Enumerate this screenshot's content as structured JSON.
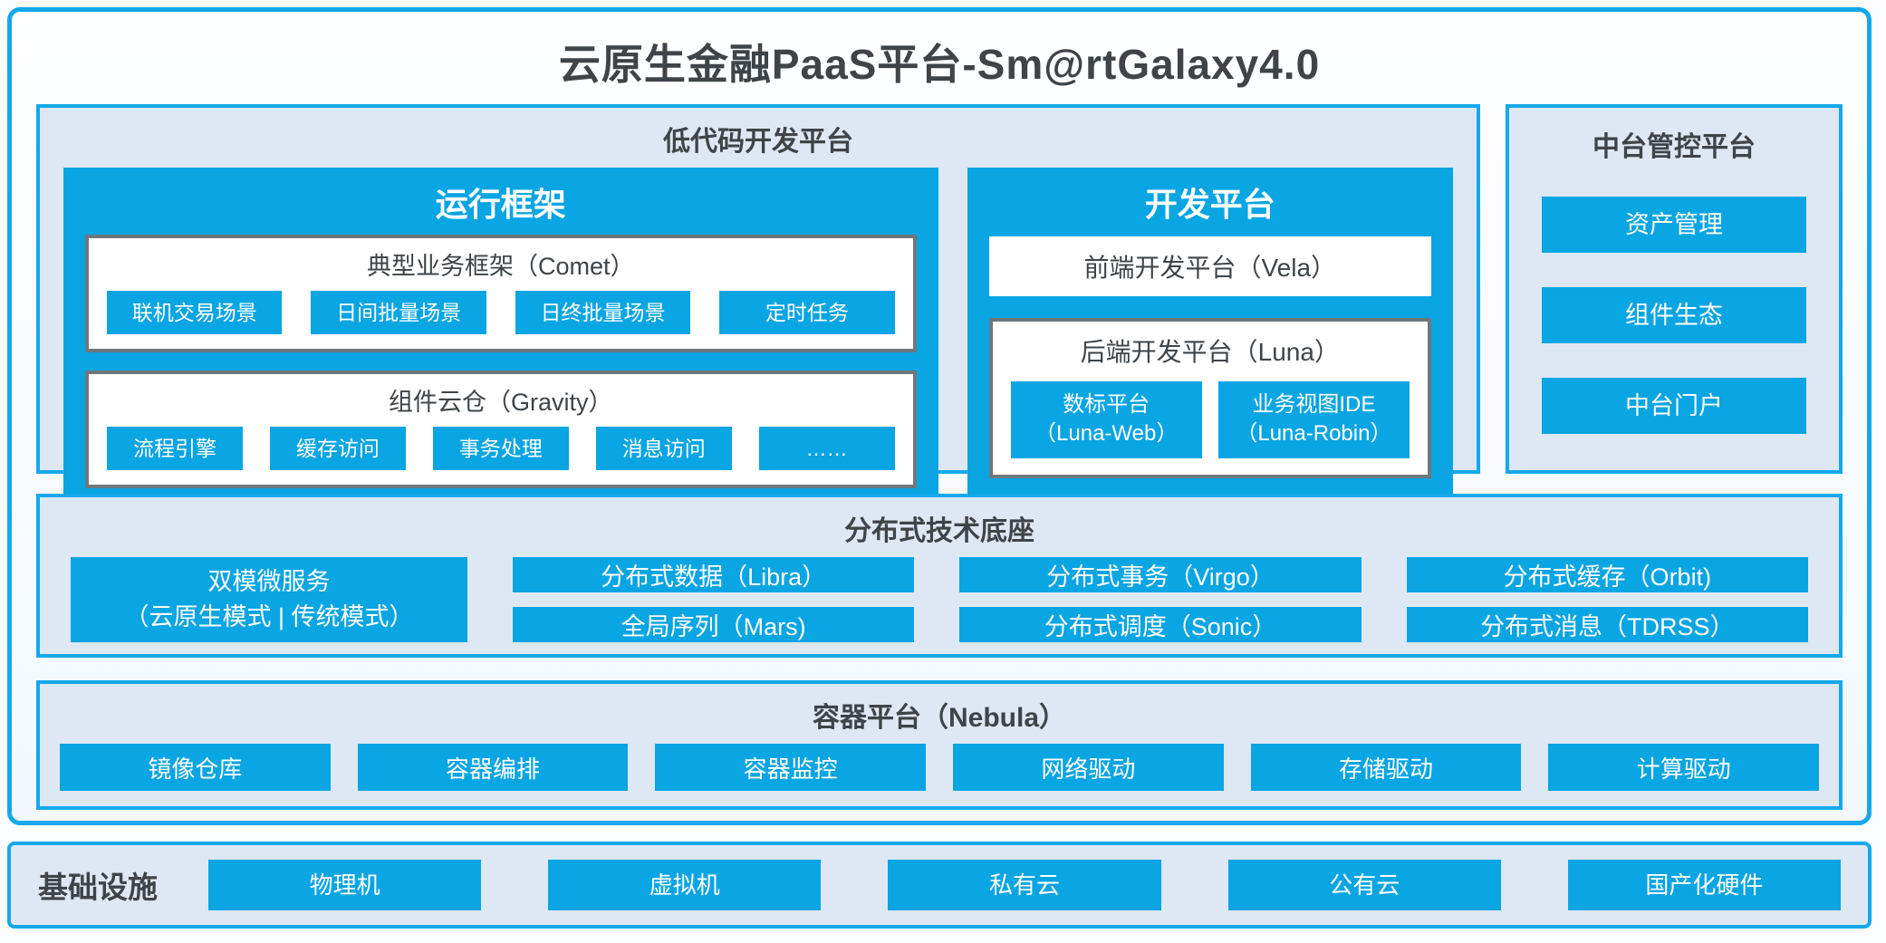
{
  "title": "云原生金融PaaS平台-Sm@rtGalaxy4.0",
  "colors": {
    "primary_blue": "#0aa5e3",
    "border_blue": "#15a8eb",
    "section_bg": "#dee8f4",
    "dark_text": "#3e4448",
    "gray_border": "#6f777d"
  },
  "lowcode": {
    "label": "低代码开发平台",
    "runtime": {
      "title": "运行框架",
      "comet": {
        "title": "典型业务框架（Comet）",
        "items": [
          "联机交易场景",
          "日间批量场景",
          "日终批量场景",
          "定时任务"
        ]
      },
      "gravity": {
        "title": "组件云仓（Gravity）",
        "items": [
          "流程引擎",
          "缓存访问",
          "事务处理",
          "消息访问",
          "……"
        ]
      }
    },
    "dev": {
      "title": "开发平台",
      "vela": "前端开发平台（Vela）",
      "luna": {
        "title": "后端开发平台（Luna）",
        "items": [
          {
            "line1": "数标平台",
            "line2": "（Luna-Web）"
          },
          {
            "line1": "业务视图IDE",
            "line2": "（Luna-Robin）"
          }
        ]
      }
    }
  },
  "midplatform": {
    "label": "中台管控平台",
    "items": [
      "资产管理",
      "组件生态",
      "中台门户"
    ]
  },
  "distributed": {
    "label": "分布式技术底座",
    "dual_mode": {
      "line1": "双模微服务",
      "line2": "（云原生模式 | 传统模式）"
    },
    "columns": [
      [
        "分布式数据（Libra）",
        "全局序列（Mars)"
      ],
      [
        "分布式事务（Virgo）",
        "分布式调度（Sonic）"
      ],
      [
        "分布式缓存（Orbit)",
        "分布式消息（TDRSS）"
      ]
    ]
  },
  "container_platform": {
    "label": "容器平台（Nebula）",
    "items": [
      "镜像仓库",
      "容器编排",
      "容器监控",
      "网络驱动",
      "存储驱动",
      "计算驱动"
    ]
  },
  "infrastructure": {
    "label": "基础设施",
    "items": [
      "物理机",
      "虚拟机",
      "私有云",
      "公有云",
      "国产化硬件"
    ]
  }
}
